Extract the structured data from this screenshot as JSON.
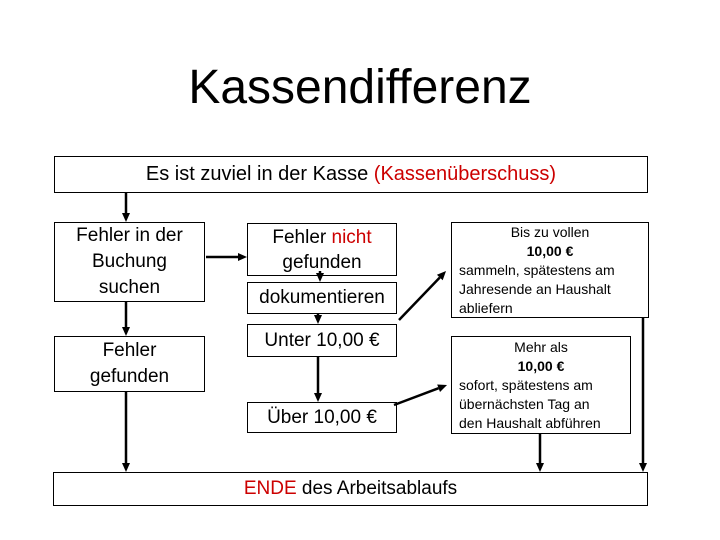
{
  "colors": {
    "accent_red": "#cc0000",
    "text_black": "#000000",
    "background": "#ffffff",
    "box_border": "#000000"
  },
  "title": "Kassendifferenz",
  "boxes": {
    "overflow": {
      "text_black": "Es ist zuviel in der Kasse ",
      "text_red": "(Kassenüberschuss)"
    },
    "search": {
      "line1": "Fehler in der",
      "line2": "Buchung",
      "line3": "suchen"
    },
    "not_found": {
      "pre": "Fehler ",
      "red": "nicht",
      "line2": "gefunden"
    },
    "document": {
      "label": "dokumentieren"
    },
    "under": {
      "label": "Unter 10,00 €"
    },
    "over": {
      "label": "Über 10,00 €"
    },
    "found": {
      "line1": "Fehler",
      "line2": "gefunden"
    },
    "collect": {
      "line1": "Bis zu vollen",
      "amount": "10,00 €",
      "line3": "sammeln, spätestens am",
      "line4": "Jahresende an Haushalt",
      "line5": "abliefern"
    },
    "deliver": {
      "line1": "Mehr als",
      "amount": "10,00 €",
      "line3": "sofort, spätestens am",
      "line4": "übernächsten Tag an",
      "line5": "den Haushalt abführen"
    },
    "end": {
      "text_red": "ENDE",
      "text_black": " des Arbeitsablaufs"
    }
  }
}
